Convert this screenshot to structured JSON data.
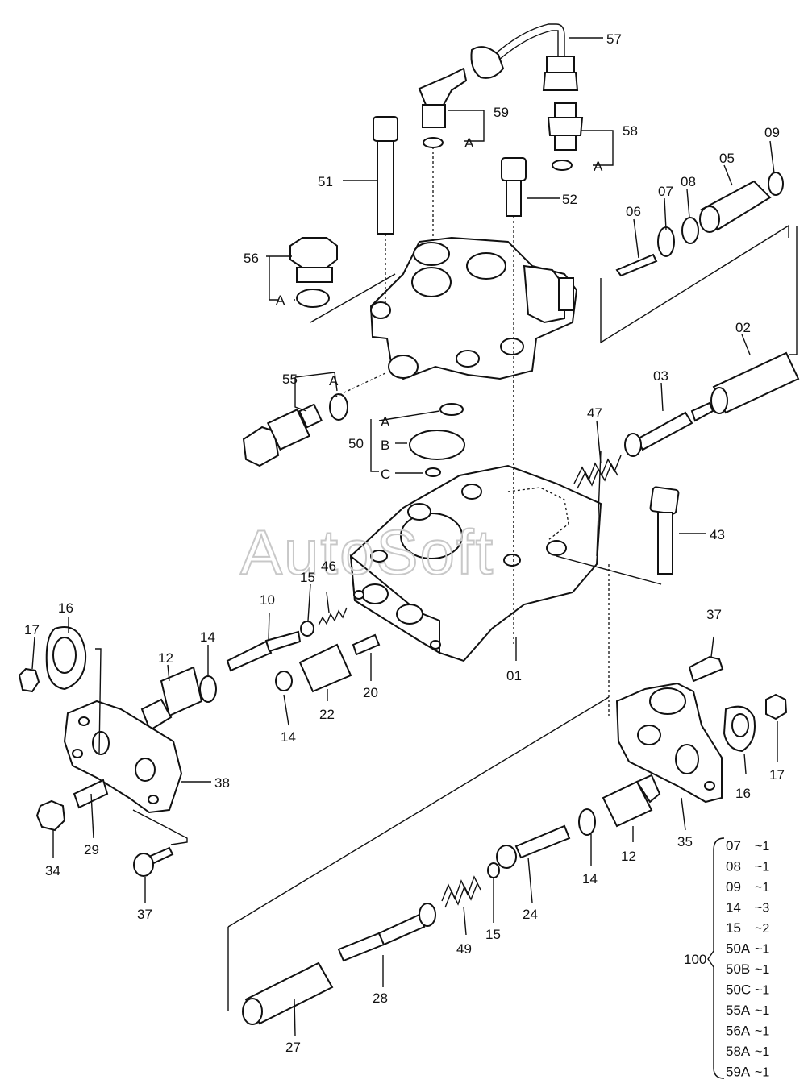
{
  "watermark": "AutoSoft",
  "callouts": {
    "p57": "57",
    "p59": "59",
    "p58": "58",
    "p09": "09",
    "p05": "05",
    "p08": "08",
    "p07": "07",
    "p06": "06",
    "p51": "51",
    "p52": "52",
    "p56": "56",
    "p02": "02",
    "p55": "55",
    "p03": "03",
    "p47": "47",
    "p50": "50",
    "p43": "43",
    "p46": "46",
    "p15a": "15",
    "p10": "10",
    "p16a": "16",
    "p17a": "17",
    "p14a": "14",
    "p12a": "12",
    "p14b": "14",
    "p22": "22",
    "p20": "20",
    "p01": "01",
    "p37a": "37",
    "p38": "38",
    "p29": "29",
    "p34": "34",
    "p37b": "37",
    "p16b": "16",
    "p17b": "17",
    "p35": "35",
    "p12b": "12",
    "p14c": "14",
    "p24": "24",
    "p15b": "15",
    "p49": "49",
    "p28": "28",
    "p27": "27"
  },
  "sublabels": {
    "a59": "A",
    "a58": "A",
    "a56": "A",
    "a55": "A",
    "a50": "A",
    "b50": "B",
    "c50": "C"
  },
  "kit": {
    "number": "100",
    "items": [
      {
        "part": "07",
        "qty": "~1"
      },
      {
        "part": "08",
        "qty": "~1"
      },
      {
        "part": "09",
        "qty": "~1"
      },
      {
        "part": "14",
        "qty": "~3"
      },
      {
        "part": "15",
        "qty": "~2"
      },
      {
        "part": "50A",
        "qty": "~1"
      },
      {
        "part": "50B",
        "qty": "~1"
      },
      {
        "part": "50C",
        "qty": "~1"
      },
      {
        "part": "55A",
        "qty": "~1"
      },
      {
        "part": "56A",
        "qty": "~1"
      },
      {
        "part": "58A",
        "qty": "~1"
      },
      {
        "part": "59A",
        "qty": "~1"
      }
    ]
  }
}
